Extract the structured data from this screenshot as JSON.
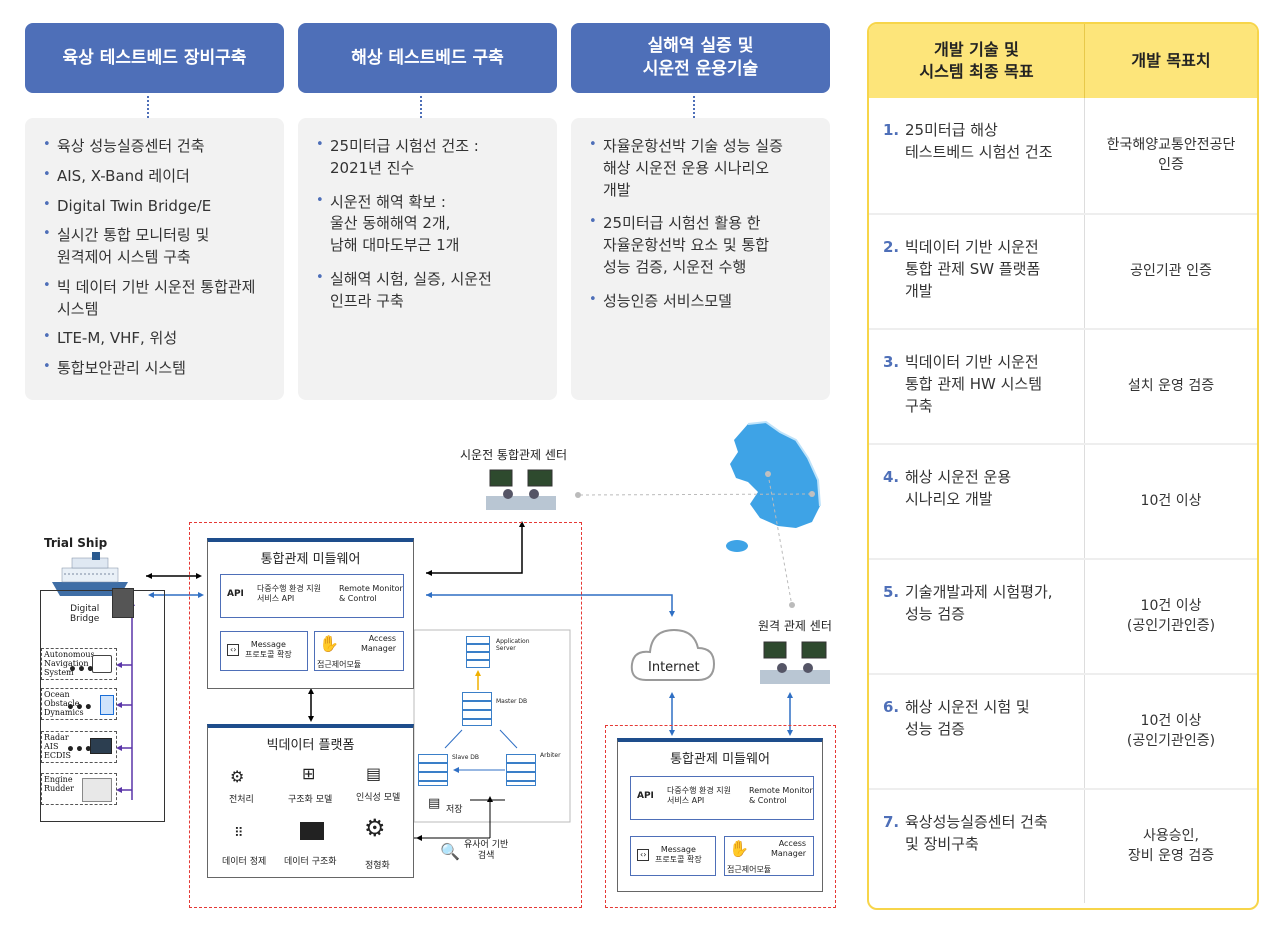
{
  "columns": [
    {
      "header": "육상 테스트베드 장비구축",
      "items": [
        "육상 성능실증센터 건축",
        "AIS, X-Band 레이더",
        "Digital Twin Bridge/E",
        "실시간 통합 모니터링 및\n원격제어 시스템 구축",
        "빅 데이터 기반 시운전 통합관제\n시스템",
        "LTE-M, VHF, 위성",
        "통합보안관리 시스템"
      ]
    },
    {
      "header": "해상 테스트베드 구축",
      "items": [
        "25미터급 시험선 건조 :\n2021년 진수",
        "시운전 해역 확보 :\n울산 동해해역 2개,\n남해 대마도부근 1개",
        "실해역 시험, 실증, 시운전\n인프라 구축"
      ]
    },
    {
      "header": "실해역 실증 및\n시운전 운용기술",
      "items": [
        "자율운항선박 기술 성능 실증\n해상 시운전 운용 시나리오\n개발",
        "25미터급 시험선 활용 한\n자율운항선박 요소 및 통합\n성능 검증, 시운전 수행",
        "성능인증 서비스모델"
      ]
    }
  ],
  "goals": {
    "head_left": "개발 기술 및\n시스템 최종 목표",
    "head_right": "개발 목표치",
    "rows": [
      {
        "num": "1.",
        "goal": "25미터급 해상\n테스트베드 시험선 건조",
        "target": "한국해양교통안전공단\n인증"
      },
      {
        "num": "2.",
        "goal": "빅데이터 기반 시운전\n통합 관제 SW 플랫폼\n개발",
        "target": "공인기관 인증"
      },
      {
        "num": "3.",
        "goal": "빅데이터 기반 시운전\n통합 관제 HW 시스템\n구축",
        "target": "설치 운영 검증"
      },
      {
        "num": "4.",
        "goal": "해상 시운전 운용\n시나리오 개발",
        "target": "10건 이상"
      },
      {
        "num": "5.",
        "goal": "기술개발과제 시험평가,\n성능 검증",
        "target": "10건 이상\n(공인기관인증)"
      },
      {
        "num": "6.",
        "goal": "해상 시운전 시험 및\n성능 검증",
        "target": "10건 이상\n(공인기관인증)"
      },
      {
        "num": "7.",
        "goal": "육상성능실증센터 건축\n및 장비구축",
        "target": "사용승인,\n장비 운영 검증"
      }
    ]
  },
  "diagram": {
    "trial_ship": "Trial Ship",
    "digital_bridge": "Digital\nBridge",
    "ship_systems": [
      "Autonomous\nNavigation\nSystem",
      "Ocean\nObstacle\nDynamics",
      "Radar\nAIS\nECDIS",
      "Engine\nRudder"
    ],
    "control_center": "시운전 통합관제 센터",
    "remote_center": "원격 관제 센터",
    "internet": "Internet",
    "middleware_title": "통합관제 미들웨어",
    "api": "API",
    "multi_env": "다중수행 환경 지원\n서비스  API",
    "remote_monitor": "Remote Monitor\n& Control",
    "message": "Message\n프로토콜 확장",
    "access_manager": "Access\nManager",
    "access_module": "접근제어모듈",
    "bigdata_title": "빅데이터 플랫폼",
    "preprocess": "전처리",
    "structure_model": "구조화 모델",
    "recognition_model": "인식성 모델",
    "data_cleansing": "데이터 정제",
    "data_structuring": "데이터 구조화",
    "standardize": "정형화",
    "store": "저장",
    "similarity_search": "유사어 기반\n검색",
    "app_server": "Application\nServer",
    "master_db": "Master DB",
    "slave_db": "Slave DB",
    "arbiter": "Arbiter",
    "remote_middleware_title": "통합관제 미들웨어"
  },
  "colors": {
    "header_blue": "#4e6fb8",
    "goal_yellow": "#fde57a",
    "dashed_red": "#e53935",
    "arrow_blue": "#2f6fc4",
    "arrow_purple": "#5a35a8"
  }
}
